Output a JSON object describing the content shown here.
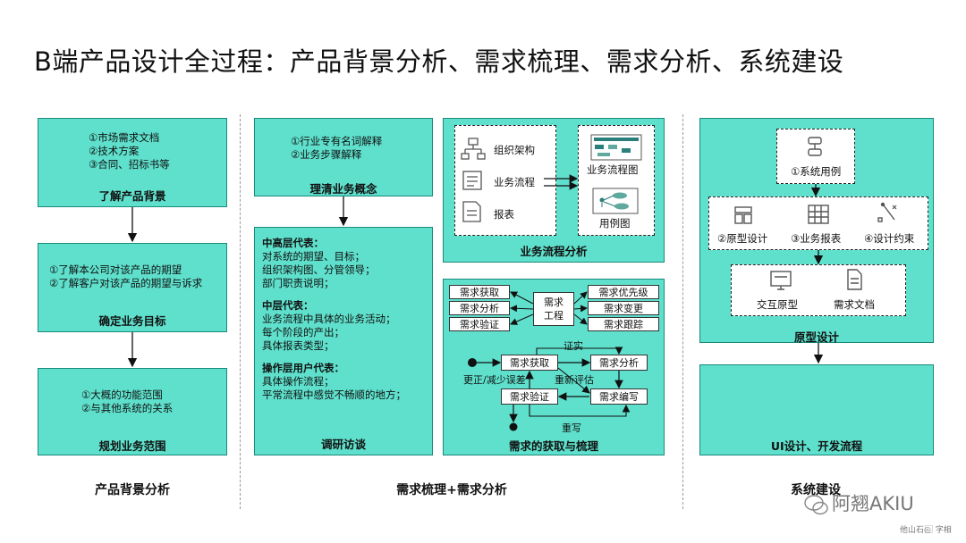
{
  "title": "B端产品设计全过程：产品背景分析、需求梳理、需求分析、系统建设",
  "col1": {
    "box1": {
      "lines": [
        "①市场需求文档",
        "②技术方案",
        "③合同、招标书等"
      ],
      "caption": "了解产品背景"
    },
    "box2": {
      "lines": [
        "①了解本公司对该产品的期望",
        "②了解客户对该产品的期望与诉求"
      ],
      "caption": "确定业务目标"
    },
    "box3": {
      "lines": [
        "①大概的功能范围",
        "②与其他系统的关系"
      ],
      "caption": "规划业务范围"
    },
    "footer": "产品背景分析"
  },
  "col2": {
    "box1": {
      "lines": [
        "①行业专有名词解释",
        "②业务步骤解释"
      ],
      "caption": "理清业务概念"
    },
    "box2": {
      "sections": [
        {
          "heading": "中高层代表：",
          "lines": [
            "对系统的期望、目标；",
            "组织架构图、分管领导；",
            "部门职责说明；"
          ]
        },
        {
          "heading": "中层代表：",
          "lines": [
            "业务流程中具体的业务活动；",
            "每个阶段的产出；",
            "具体报表类型；"
          ]
        },
        {
          "heading": "操作层用户代表：",
          "lines": [
            "具体操作流程；",
            "平常流程中感觉不畅顺的地方；"
          ]
        }
      ],
      "caption": "调研访谈"
    },
    "flow": {
      "items": [
        "组织架构",
        "业务流程",
        "报表"
      ],
      "outputs": [
        "业务流程图",
        "用例图"
      ],
      "caption": "业务流程分析"
    },
    "req": {
      "left": [
        "需求获取",
        "需求分析",
        "需求验证"
      ],
      "center": "需求工程",
      "right": [
        "需求优先级",
        "需求变更",
        "需求跟踪"
      ],
      "cycle": {
        "acquire": "需求获取",
        "analyze": "需求分析",
        "verify": "需求验证",
        "write": "需求编写",
        "confirm": "证实",
        "correct": "更正/减少误差",
        "reeval": "重新评估",
        "rewrite": "重写"
      },
      "caption": "需求的获取与梳理"
    },
    "footer": "需求梳理+需求分析"
  },
  "col3": {
    "usecase": "①系统用例",
    "items": [
      "②原型设计",
      "③业务报表",
      "④设计约束"
    ],
    "outputs": [
      "交互原型",
      "需求文档"
    ],
    "caption": "原型设计",
    "box2": {
      "caption": "UI设计、开发流程"
    },
    "footer": "系统建设"
  },
  "watermark": {
    "brand": "阿翘AKIU",
    "small": "他山石◎ ⃞ 字相"
  },
  "colors": {
    "teal": "#5fe0cc",
    "border": "#1a8a7a"
  }
}
